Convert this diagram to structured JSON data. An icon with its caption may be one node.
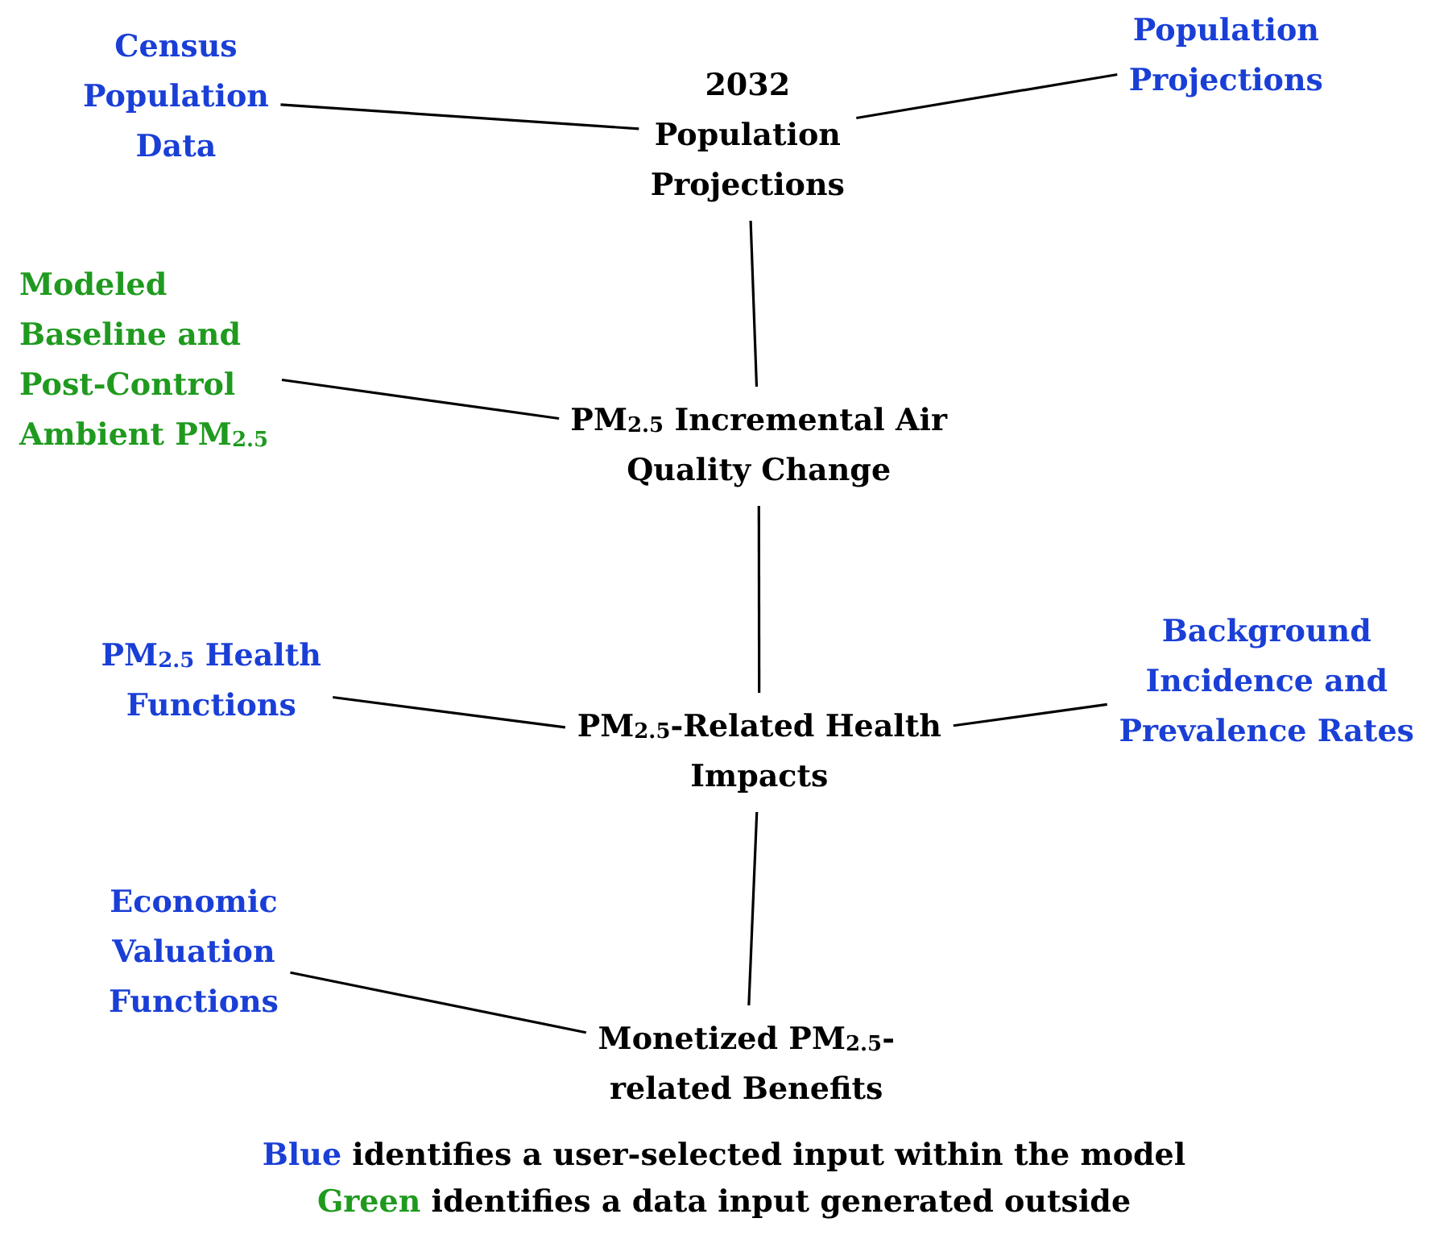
{
  "diagram": {
    "nodes": [
      {
        "text": [
          "Census Population Data"
        ]
      },
      {
        "text": [
          "2032 Population Projections"
        ]
      },
      {
        "text": [
          "Population Projections"
        ]
      },
      {
        "text": [
          "Modeled Baseline and Post-Control Ambient PM$_{2.5}$"
        ]
      },
      {
        "text": [
          "PM$_{2.5}$ Incremental Air Quality Change"
        ]
      },
      {
        "text": [
          "PM$_{2.5}$ Health Functions"
        ]
      },
      {
        "text": [
          "PM$_{2.5}$-Related Health Impacts"
        ]
      },
      {
        "text": [
          "Background Incidence and Prevalence Rates"
        ]
      },
      {
        "text": [
          "Economic Valuation Functions"
        ]
      },
      {
        "text": [
          "Monetized PM$_{2.5}$-related Benefits"
        ]
      }
    ],
    "edges": [
      {
        "from": 0,
        "to": 1,
        "arrow": "none"
      },
      {
        "from": 2,
        "to": 1,
        "arrow": "none"
      },
      {
        "from": 1,
        "to": 4,
        "arrow": "none"
      },
      {
        "from": 3,
        "to": 4,
        "arrow": "none"
      },
      {
        "from": 4,
        "to": 6,
        "arrow": "none"
      },
      {
        "from": 5,
        "to": 6,
        "arrow": "none"
      },
      {
        "from": 7,
        "to": 6,
        "arrow": "none"
      },
      {
        "from": 6,
        "to": 9,
        "arrow": "none"
      },
      {
        "from": 8,
        "to": 9,
        "arrow": "none"
      }
    ],
    "legend": [
      {
        "text": "Blue identifies a user-selected input within the model",
        "color": "#1a3fd6"
      },
      {
        "text": "Green identifies a data input generated outside",
        "color": "#1f9a1f"
      }
    ]
  }
}
